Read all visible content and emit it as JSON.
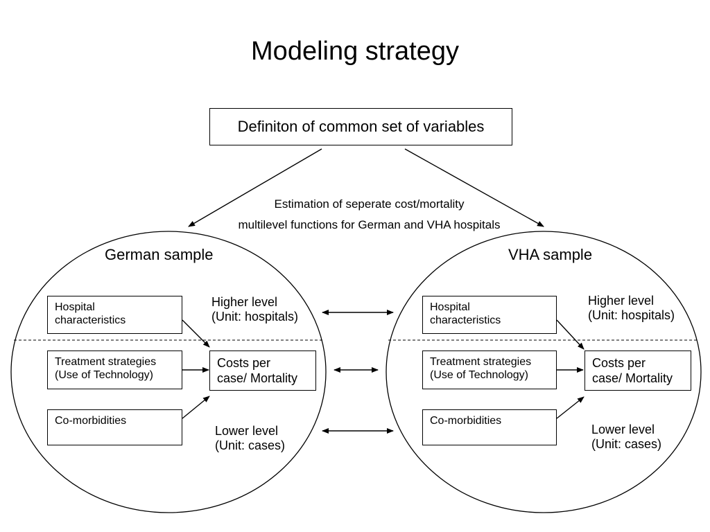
{
  "title": "Modeling strategy",
  "top_box": "Definiton of common set of variables",
  "estimation": {
    "line1": "Estimation of seperate cost/mortality",
    "line2": "multilevel functions for German and VHA hospitals"
  },
  "german": {
    "label": "German sample",
    "hospital": [
      "Hospital",
      "characteristics"
    ],
    "treatment": [
      "Treatment strategies",
      "(Use of Technology)"
    ],
    "comorbid": "Co-morbidities",
    "outcome": [
      "Costs per",
      "case/ Mortality"
    ],
    "higher": [
      "Higher level",
      "(Unit: hospitals)"
    ],
    "lower": [
      "Lower level",
      "(Unit: cases)"
    ]
  },
  "vha": {
    "label": "VHA sample",
    "hospital": [
      "Hospital",
      "characteristics"
    ],
    "treatment": [
      "Treatment strategies",
      "(Use of Technology)"
    ],
    "comorbid": "Co-morbidities",
    "outcome": [
      "Costs per",
      "case/ Mortality"
    ],
    "higher": [
      "Higher level",
      "(Unit: hospitals)"
    ],
    "lower": [
      "Lower level",
      "(Unit: cases)"
    ]
  }
}
